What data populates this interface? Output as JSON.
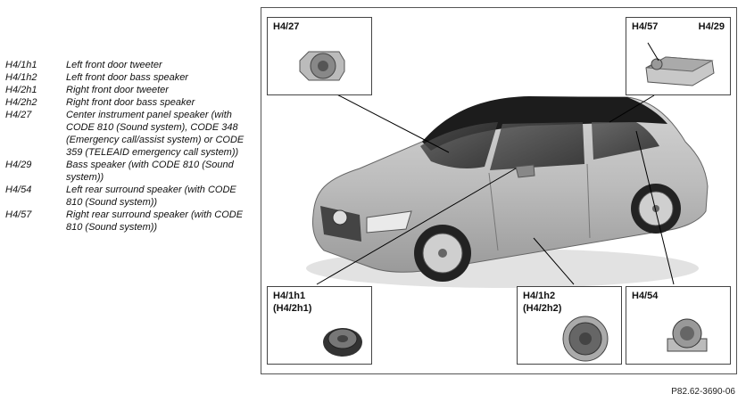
{
  "legend": [
    {
      "code": "H4/1h1",
      "description": "Left front door tweeter"
    },
    {
      "code": "H4/1h2",
      "description": "Left front door bass speaker"
    },
    {
      "code": "H4/2h1",
      "description": "Right front door tweeter"
    },
    {
      "code": "H4/2h2",
      "description": "Right front door bass speaker"
    },
    {
      "code": "H4/27",
      "description": "Center instrument panel speaker (with CODE 810 (Sound system), CODE 348 (Emergency call/assist system) or CODE 359 (TELEAID emergency call system))"
    },
    {
      "code": "H4/29",
      "description": "Bass speaker (with CODE 810 (Sound system))"
    },
    {
      "code": "H4/54",
      "description": "Left rear surround speaker (with CODE 810 (Sound system))"
    },
    {
      "code": "H4/57",
      "description": "Right rear surround speaker (with CODE 810 (Sound system))"
    }
  ],
  "callouts": {
    "h4_27": {
      "label": "H4/27"
    },
    "h4_57": {
      "label": "H4/57"
    },
    "h4_29": {
      "label": "H4/29"
    },
    "h4_1h1": {
      "label": "H4/1h1",
      "sublabel": "(H4/2h1)"
    },
    "h4_1h2": {
      "label": "H4/1h2",
      "sublabel": "(H4/2h2)"
    },
    "h4_54": {
      "label": "H4/54"
    }
  },
  "figure_id": "P82.62-3690-06"
}
